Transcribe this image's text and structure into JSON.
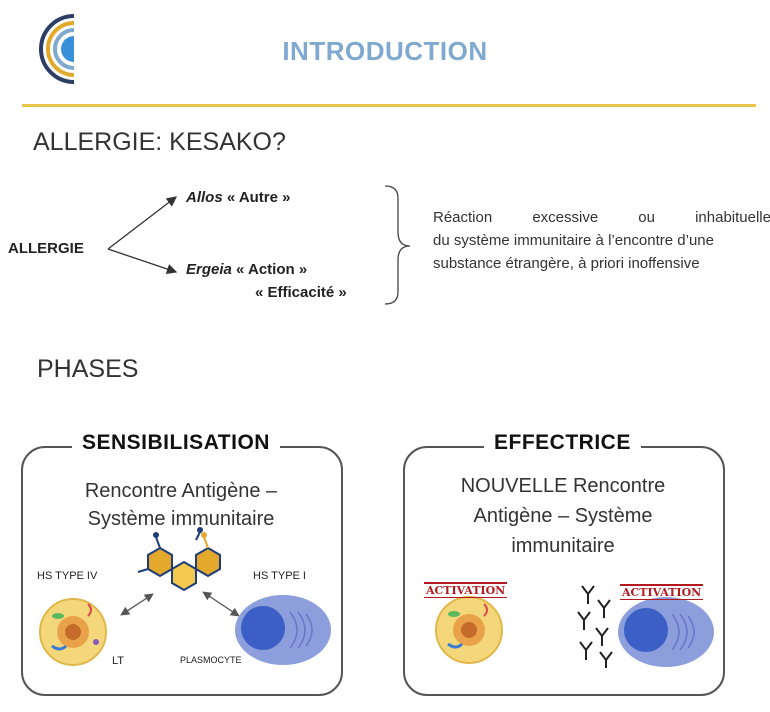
{
  "header": {
    "title": "INTRODUCTION"
  },
  "section1": {
    "heading": "ALLERGIE: KESAKO?",
    "root": "ALLERGIE",
    "branch1": "Allos « Autre »",
    "branch1_word": "Allos",
    "branch1_meaning": "« Autre »",
    "branch2_word": "Ergeia",
    "branch2_meaning": "« Action »",
    "branch2_meaning2": "« Efficacité »",
    "definition_line1": "Réaction excessive ou inhabituelle",
    "definition_rest": "du système immunitaire à l’encontre d’une substance étrangère, à priori inoffensive"
  },
  "section2": {
    "heading": "PHASES",
    "sensibilisation": {
      "title": "SENSIBILISATION",
      "line1": "Rencontre Antigène –",
      "line2": "Système immunitaire",
      "label_left": "HS TYPE IV",
      "label_right": "HS TYPE I",
      "cell_left": "LT",
      "cell_right": "PLASMOCYTE"
    },
    "effectrice": {
      "title": "EFFECTRICE",
      "line1": "NOUVELLE Rencontre",
      "line2": "Antigène – Système",
      "line3": "immunitaire",
      "stamp_left": "ACTIVATION",
      "stamp_right": "ACTIVATION"
    }
  },
  "colors": {
    "title": "#7fa9cf",
    "rule": "#e9c34a",
    "stamp": "#b3191e",
    "cell_yellow": "#f3d77a",
    "cell_blue": "#8c9fdc"
  }
}
